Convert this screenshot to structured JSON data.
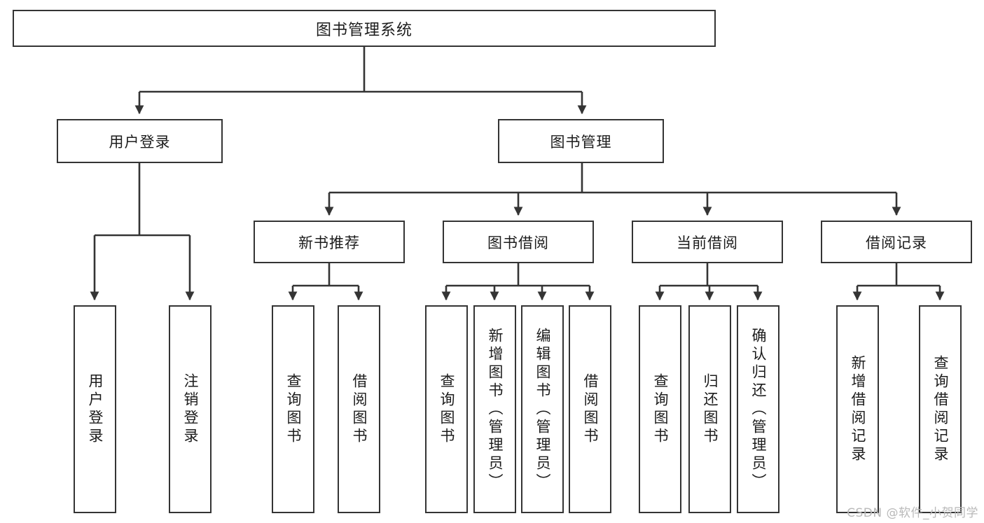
{
  "diagram": {
    "type": "tree-hierarchy",
    "title": "图书管理系统",
    "root": {
      "label": "图书管理系统"
    },
    "level2": [
      {
        "label": "用户登录"
      },
      {
        "label": "图书管理"
      }
    ],
    "level3": [
      {
        "label": "新书推荐"
      },
      {
        "label": "图书借阅"
      },
      {
        "label": "当前借阅"
      },
      {
        "label": "借阅记录"
      }
    ],
    "leaves": {
      "user_login": [
        {
          "label": "用户登录"
        },
        {
          "label": "注销登录"
        }
      ],
      "new_book_recommend": [
        {
          "label": "查询图书"
        },
        {
          "label": "借阅图书"
        }
      ],
      "book_borrow": [
        {
          "label": "查询图书"
        },
        {
          "label": "新增图书（管理员）"
        },
        {
          "label": "编辑图书（管理员）"
        },
        {
          "label": "借阅图书"
        }
      ],
      "current_borrow": [
        {
          "label": "查询图书"
        },
        {
          "label": "归还图书"
        },
        {
          "label": "确认归还（管理员）"
        }
      ],
      "borrow_record": [
        {
          "label": "新增借阅记录"
        },
        {
          "label": "查询借阅记录"
        }
      ]
    }
  },
  "watermark": {
    "text": "CSDN @软件_小贺同学"
  },
  "colors": {
    "border": "#343434",
    "text": "#1c1c1c",
    "background": "#ffffff",
    "watermark": "#b9b9b9"
  }
}
